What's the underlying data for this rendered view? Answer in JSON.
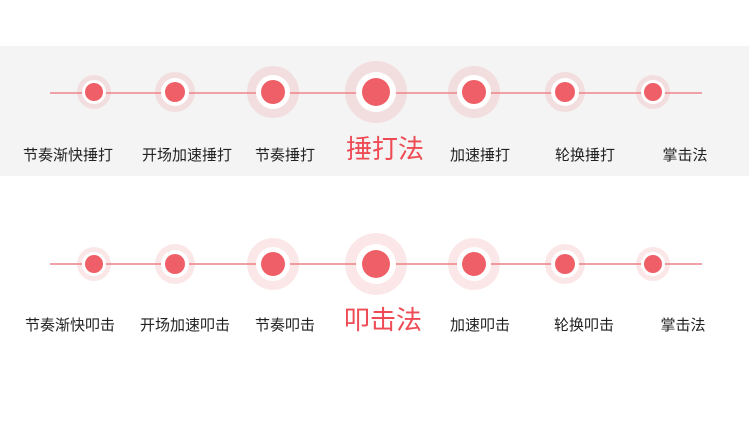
{
  "colors": {
    "accent": "#ee5f67",
    "line": "#f0a1a6",
    "ring": "#f9d6d8",
    "band": "#f4f4f4",
    "highlight_text": "#ee4b55",
    "text": "#222222"
  },
  "rows": [
    {
      "items": [
        {
          "label": "节奏渐快捶打"
        },
        {
          "label": "开场加速捶打"
        },
        {
          "label": "节奏捶打"
        },
        {
          "label": "捶打法",
          "active": true
        },
        {
          "label": "加速捶打"
        },
        {
          "label": "轮换捶打"
        },
        {
          "label": "掌击法"
        }
      ]
    },
    {
      "items": [
        {
          "label": "节奏渐快叩击"
        },
        {
          "label": "开场加速叩击"
        },
        {
          "label": "节奏叩击"
        },
        {
          "label": "叩击法",
          "active": true
        },
        {
          "label": "加速叩击"
        },
        {
          "label": "轮换叩击"
        },
        {
          "label": "掌击法"
        }
      ]
    }
  ]
}
